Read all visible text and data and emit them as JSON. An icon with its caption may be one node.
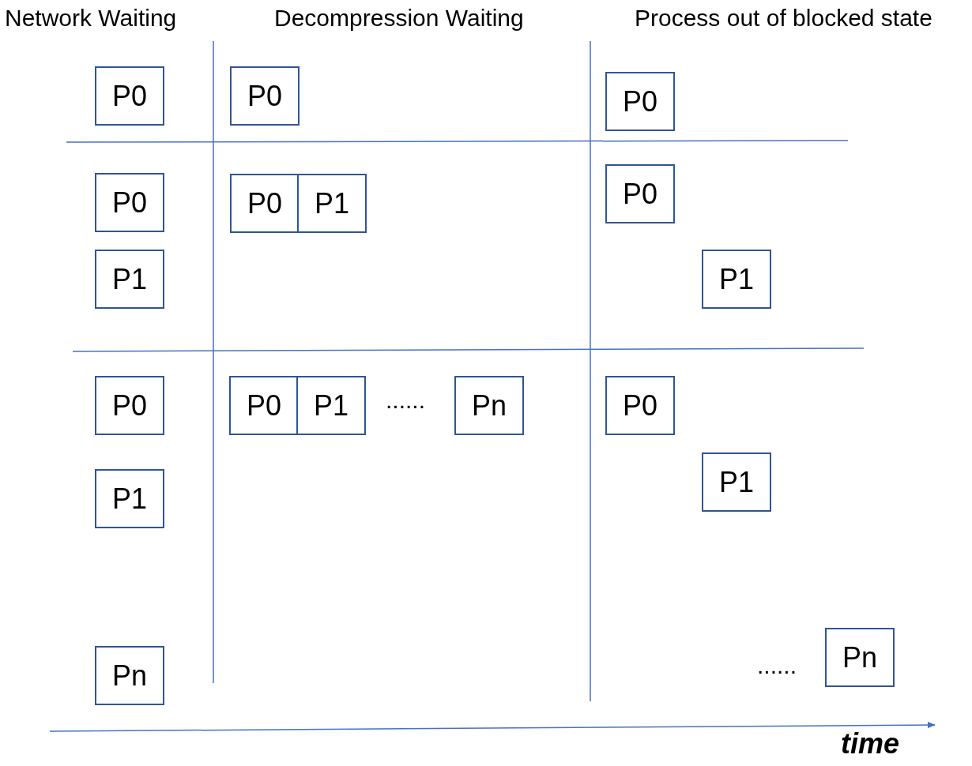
{
  "diagram": {
    "nodes": [
      {
        "text": [
          "P0"
        ]
      },
      {
        "text": [
          "P0"
        ]
      },
      {
        "text": [
          "P0"
        ]
      },
      {
        "text": [
          "P0"
        ]
      },
      {
        "text": [
          "P0"
        ]
      },
      {
        "text": [
          "P1"
        ]
      },
      {
        "text": [
          "P0"
        ]
      },
      {
        "text": [
          "P1"
        ]
      },
      {
        "text": [
          "P1"
        ]
      },
      {
        "text": [
          "P0"
        ]
      },
      {
        "text": [
          "P0"
        ]
      },
      {
        "text": [
          "P1"
        ]
      },
      {
        "text": [
          "Pn"
        ]
      },
      {
        "text": [
          "P0"
        ]
      },
      {
        "text": [
          "P1"
        ]
      },
      {
        "text": [
          "P1"
        ]
      },
      {
        "text": [
          "Pn"
        ]
      },
      {
        "text": [
          "Pn"
        ]
      }
    ],
    "edges": [],
    "labels": [
      "Network Waiting",
      "Decompression Waiting",
      "Process out of blocked state",
      "......",
      "......",
      "time"
    ]
  }
}
